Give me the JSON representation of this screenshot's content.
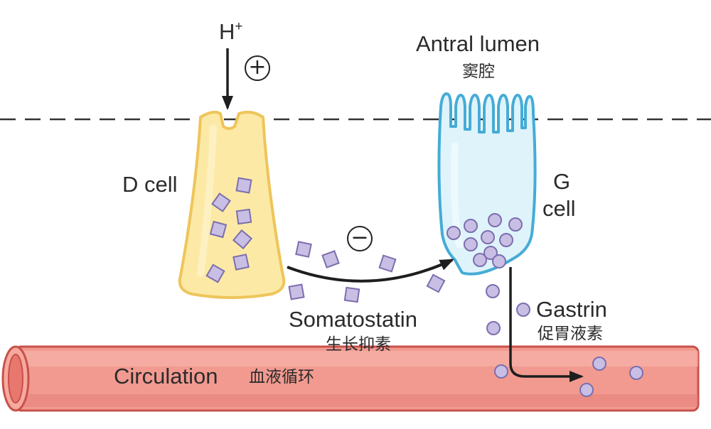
{
  "labels": {
    "proton": "H",
    "proton_charge": "+",
    "stimulate_sign": "+",
    "inhibit_sign": "−",
    "antral_lumen": "Antral lumen",
    "antral_lumen_zh": "窦腔",
    "d_cell": "D cell",
    "g_cell_line1": "G",
    "g_cell_line2": "cell",
    "somatostatin": "Somatostatin",
    "somatostatin_zh": "生长抑素",
    "gastrin": "Gastrin",
    "gastrin_zh": "促胃液素",
    "circulation": "Circulation",
    "circulation_zh": "血液循环"
  },
  "colors": {
    "d_cell_fill": "#fce9a6",
    "d_cell_stroke": "#eec55a",
    "g_cell_fill": "#dff3fb",
    "g_cell_stroke": "#45acd6",
    "granule_fill": "#c9bee4",
    "granule_stroke": "#7c6fae",
    "vessel_fill": "#f29a90",
    "vessel_stroke": "#c8514a",
    "arrow": "#1e1e1e"
  }
}
